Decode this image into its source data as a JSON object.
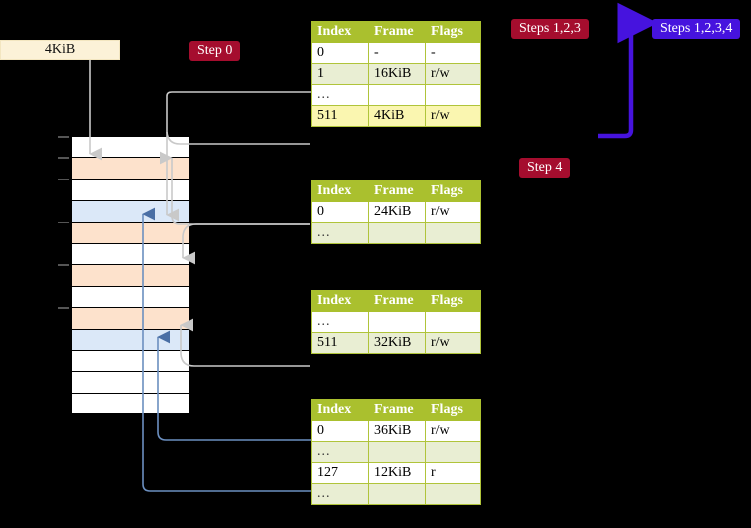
{
  "memory": {
    "size_label": "4KiB",
    "step0_label": "Step 0",
    "rows": [
      {
        "fill": "white"
      },
      {
        "fill": "orange"
      },
      {
        "fill": "white"
      },
      {
        "fill": "blue"
      },
      {
        "fill": "orange"
      },
      {
        "fill": "white"
      },
      {
        "fill": "orange"
      },
      {
        "fill": "white"
      },
      {
        "fill": "orange"
      },
      {
        "fill": "blue"
      },
      {
        "fill": "white"
      },
      {
        "fill": "white"
      },
      {
        "fill": "white"
      }
    ]
  },
  "annotations": {
    "steps_123": "Steps 1,2,3",
    "steps_1234": "Steps 1,2,3,4",
    "step_4": "Step 4"
  },
  "colors": {
    "header_green": "#aac02e",
    "badge_red": "#a50d2e",
    "badge_violet": "#4613de",
    "row_orange": "#fde2cc",
    "row_blue": "#dbe8f8",
    "highlight_yellow": "#faf6b0",
    "size_box": "#fcf2d8"
  },
  "tables": [
    {
      "name": "pml4-table",
      "headers": [
        "Index",
        "Frame",
        "Flags"
      ],
      "rows": [
        {
          "cells": [
            "0",
            "-",
            "-"
          ],
          "style": "plain"
        },
        {
          "cells": [
            "1",
            "16KiB",
            "r/w"
          ],
          "style": "alt"
        },
        {
          "cells": [
            "...",
            "",
            ""
          ],
          "style": "plain"
        },
        {
          "cells": [
            "511",
            "4KiB",
            "r/w"
          ],
          "style": "hl"
        }
      ]
    },
    {
      "name": "pdpt-table",
      "headers": [
        "Index",
        "Frame",
        "Flags"
      ],
      "rows": [
        {
          "cells": [
            "0",
            "24KiB",
            "r/w"
          ],
          "style": "plain"
        },
        {
          "cells": [
            "...",
            "",
            ""
          ],
          "style": "alt"
        }
      ]
    },
    {
      "name": "pd-table",
      "headers": [
        "Index",
        "Frame",
        "Flags"
      ],
      "rows": [
        {
          "cells": [
            "...",
            "",
            ""
          ],
          "style": "plain"
        },
        {
          "cells": [
            "511",
            "32KiB",
            "r/w"
          ],
          "style": "alt"
        }
      ]
    },
    {
      "name": "pt-table",
      "headers": [
        "Index",
        "Frame",
        "Flags"
      ],
      "rows": [
        {
          "cells": [
            "0",
            "36KiB",
            "r/w"
          ],
          "style": "plain"
        },
        {
          "cells": [
            "...",
            "",
            ""
          ],
          "style": "alt"
        },
        {
          "cells": [
            "127",
            "12KiB",
            "r"
          ],
          "style": "plain"
        },
        {
          "cells": [
            "...",
            "",
            ""
          ],
          "style": "alt"
        }
      ]
    }
  ]
}
